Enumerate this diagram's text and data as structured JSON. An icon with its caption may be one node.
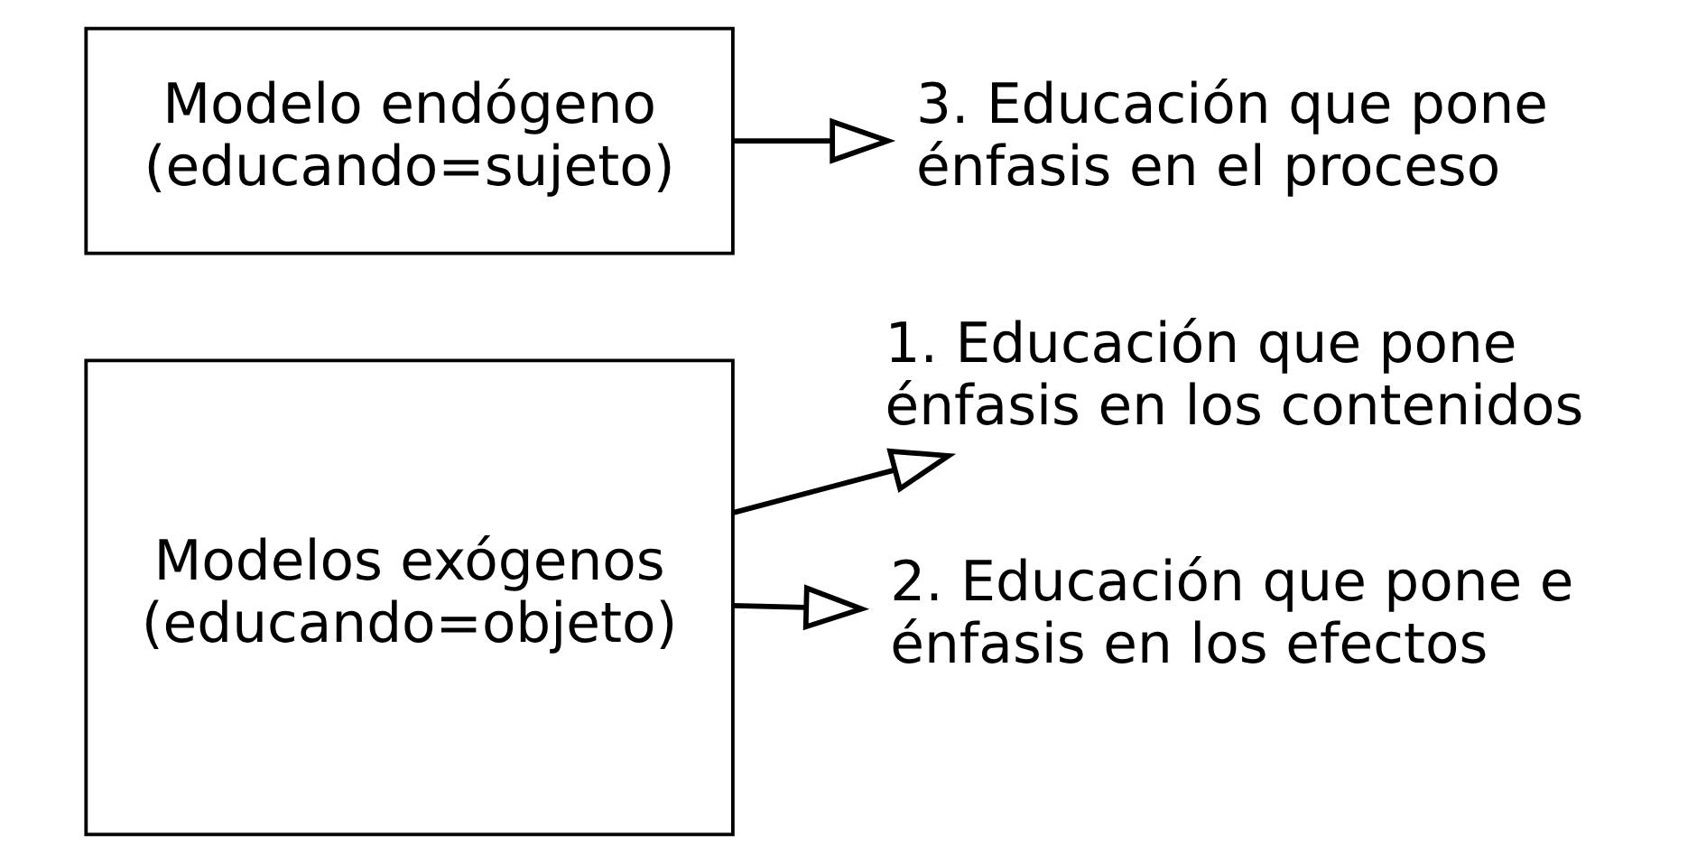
{
  "diagram": {
    "nodes": [
      {
        "text": [
          "Modelos exógenos (educando=objeto)"
        ]
      },
      {
        "text": [
          "1. Educación que pone énfasis en los contenidos"
        ]
      },
      {
        "text": [
          "2. Educación que pone e énfasis en los efectos"
        ]
      },
      {
        "text": [
          "Modelo endógeno (educando=sujeto)"
        ]
      },
      {
        "text": [
          "3. Educación que pone énfasis en el proceso"
        ]
      }
    ],
    "edges": [
      {
        "from": 0,
        "to": 1,
        "arrow": "to"
      },
      {
        "from": 0,
        "to": 2,
        "arrow": "to"
      },
      {
        "from": 3,
        "to": 4,
        "arrow": "to"
      }
    ]
  }
}
